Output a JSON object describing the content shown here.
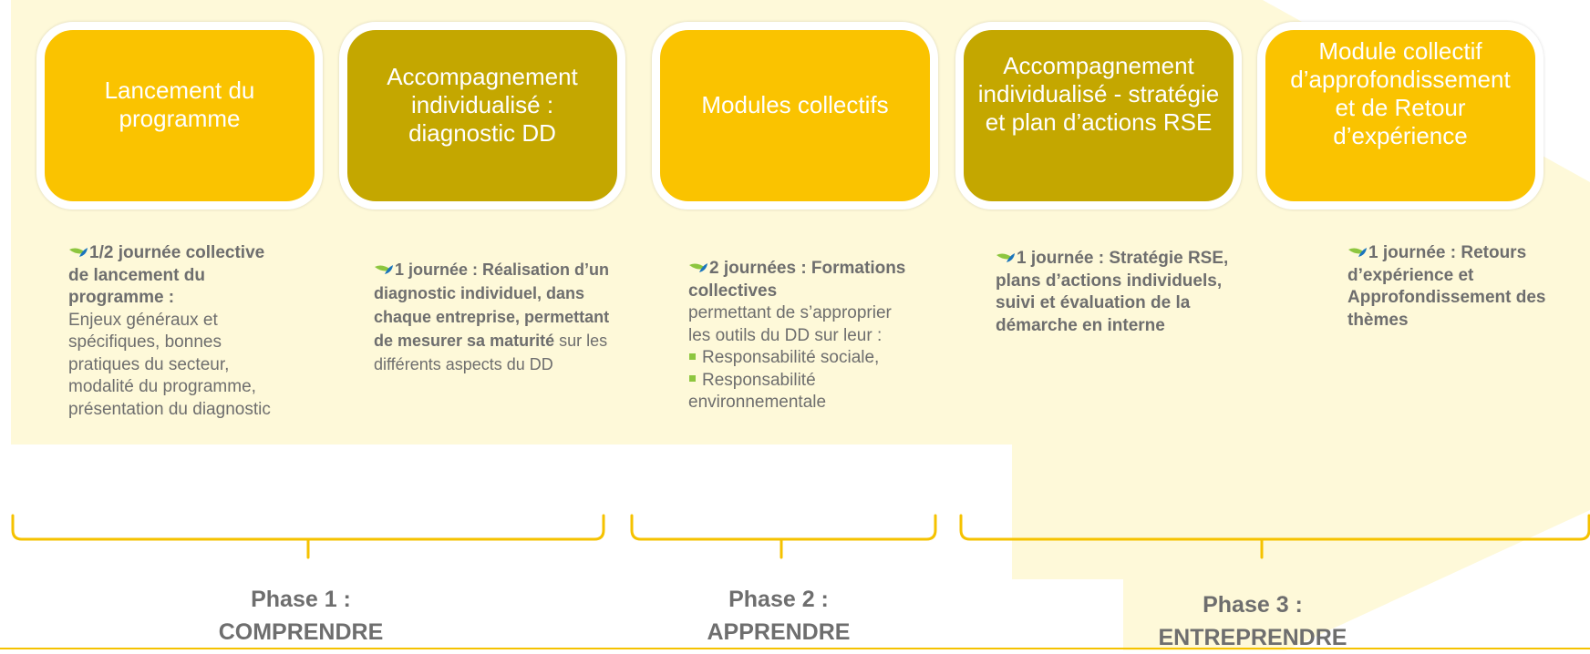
{
  "colors": {
    "arrow_background": "#fef9d9",
    "gold": "#fac300",
    "olive": "#c4a700",
    "bracket": "#f5c200",
    "text": "#6e6e6e",
    "leaf_green": "#8dc63f"
  },
  "steps": [
    {
      "title": "Lancement du programme",
      "color": "gold"
    },
    {
      "title": "Accompagnement individualisé : diagnostic DD",
      "color": "olive"
    },
    {
      "title": "Modules collectifs",
      "color": "gold"
    },
    {
      "title": "Accompagnement individualisé - stratégie et plan d’actions RSE",
      "color": "olive"
    },
    {
      "title": "Module collectif d’approfondissement et de Retour d’expérience",
      "color": "gold"
    }
  ],
  "descriptions": [
    {
      "bold": "1/2 journée collective de lancement du programme :",
      "text": "Enjeux généraux et spécifiques, bonnes pratiques du secteur, modalité du programme, présentation du diagnostic"
    },
    {
      "bold": "1 journée : Réalisation d’un diagnostic individuel, dans chaque entreprise, permettant de mesurer sa maturité",
      "text": "sur les différents aspects du DD"
    },
    {
      "bold": "2 journées : Formations collectives",
      "text": "permettant de s’approprier les outils du DD sur leur :",
      "bullets": [
        "Responsabilité sociale,",
        "Responsabilité environnementale"
      ]
    },
    {
      "bold": "1 journée : Stratégie RSE, plans d’actions individuels, suivi et évaluation de la démarche en interne"
    },
    {
      "bold": "1 journée : Retours d’expérience et Approfondissement des thèmes"
    }
  ],
  "phases": [
    {
      "label": "Phase 1 :",
      "name": "COMPRENDRE"
    },
    {
      "label": "Phase 2 :",
      "name": "APPRENDRE"
    },
    {
      "label": "Phase 3 :",
      "name": "ENTREPRENDRE"
    }
  ]
}
